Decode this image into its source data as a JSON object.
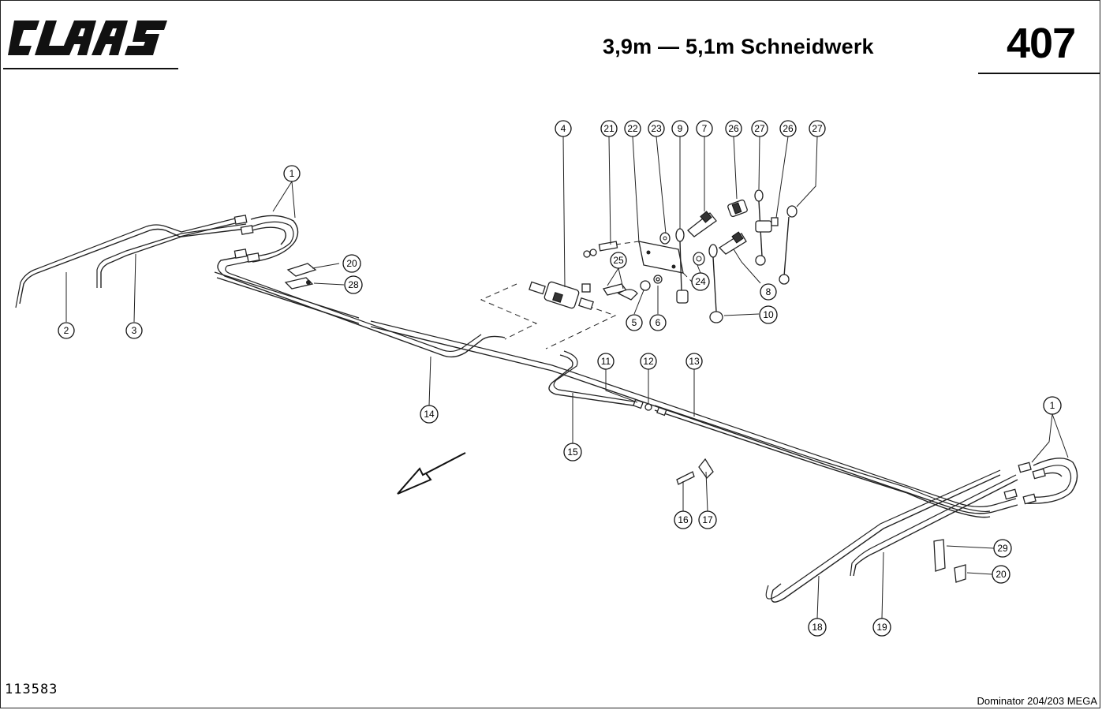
{
  "header": {
    "brand": "CLAAS",
    "title": "3,9m — 5,1m Schneidwerk",
    "page_number": "407"
  },
  "footer": {
    "drawing_id": "113583",
    "model": "Dominator 204/203 MEGA"
  },
  "callouts": {
    "c1a": "1",
    "c1b": "1",
    "c2": "2",
    "c3": "3",
    "c4": "4",
    "c5": "5",
    "c6": "6",
    "c7": "7",
    "c8": "8",
    "c9": "9",
    "c10": "10",
    "c11": "11",
    "c12": "12",
    "c13": "13",
    "c14": "14",
    "c15": "15",
    "c16": "16",
    "c17": "17",
    "c18": "18",
    "c19": "19",
    "c20a": "20",
    "c20b": "20",
    "c21": "21",
    "c22": "22",
    "c23": "23",
    "c24": "24",
    "c25": "25",
    "c26a": "26",
    "c26b": "26",
    "c27a": "27",
    "c27b": "27",
    "c28": "28",
    "c29": "29"
  }
}
